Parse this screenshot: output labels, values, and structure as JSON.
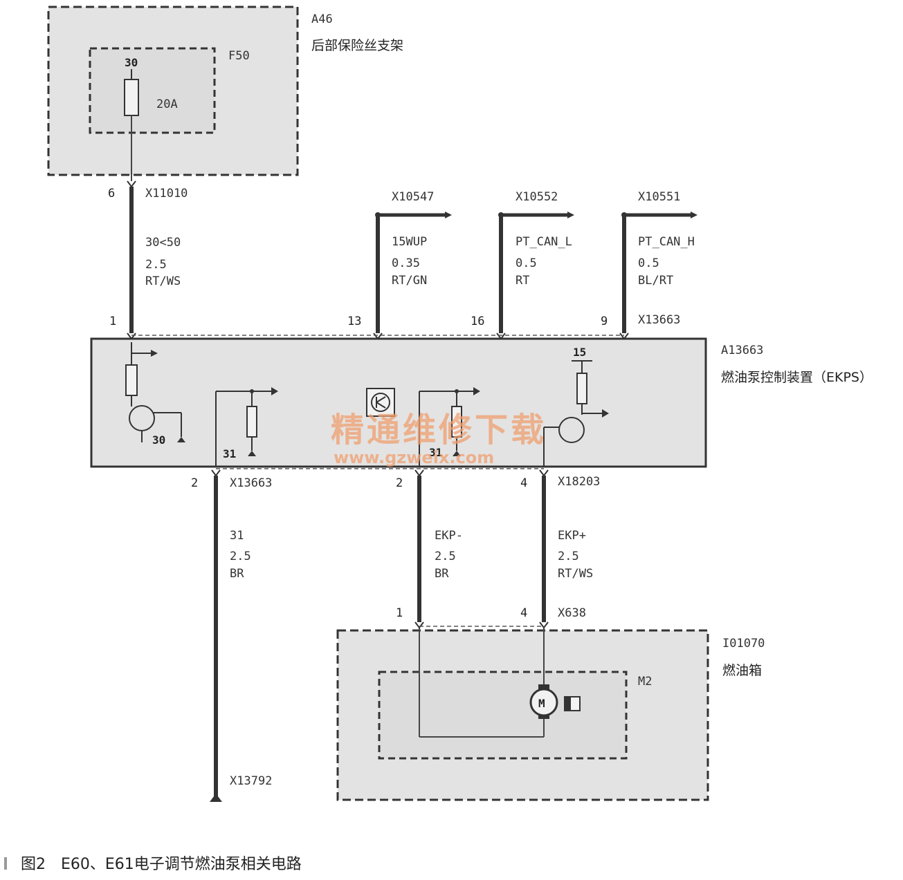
{
  "modules": {
    "fuse_carrier": {
      "id": "A46",
      "name": "后部保险丝支架",
      "fuse_id": "F50",
      "fuse_terminal": "30",
      "fuse_rating": "20A"
    },
    "ekps": {
      "id": "A13663",
      "name": "燃油泵控制装置（EKPS）",
      "terminal_15": "15",
      "ground_31_left": "31",
      "terminal_30": "30",
      "ground_31_mid": "31"
    },
    "fuel_tank": {
      "id": "I01070",
      "name": "燃油箱",
      "motor_id": "M2",
      "motor_symbol": "M"
    }
  },
  "connectors": {
    "fuse_out": "X11010",
    "ekps_top": "X13663",
    "ekps_bottom_left": "X13663",
    "ekps_bottom_right": "X18203",
    "tank": "X638",
    "ground": "X13792",
    "out_15wup": "X10547",
    "out_can_l": "X10552",
    "out_can_h": "X10551"
  },
  "pins": {
    "fuse_out": "6",
    "ekps_in": "1",
    "ekps_15wup": "13",
    "ekps_can_l": "16",
    "ekps_can_h": "9",
    "ekps_gnd": "2",
    "ekps_ekp_minus": "2",
    "ekps_ekp_plus": "4",
    "tank_minus": "1",
    "tank_plus": "4"
  },
  "wires": {
    "supply": {
      "signal": "30<50",
      "size": "2.5",
      "color": "RT/WS"
    },
    "wakeup": {
      "signal": "15WUP",
      "size": "0.35",
      "color": "RT/GN"
    },
    "can_l": {
      "signal": "PT_CAN_L",
      "size": "0.5",
      "color": "RT"
    },
    "can_h": {
      "signal": "PT_CAN_H",
      "size": "0.5",
      "color": "BL/RT"
    },
    "ground": {
      "signal": "31",
      "size": "2.5",
      "color": "BR"
    },
    "ekp_minus": {
      "signal": "EKP-",
      "size": "2.5",
      "color": "BR"
    },
    "ekp_plus": {
      "signal": "EKP+",
      "size": "2.5",
      "color": "RT/WS"
    }
  },
  "watermark": {
    "line1": "精通维修下载",
    "line2": "www.gzweix.com"
  },
  "caption": "图2　E60、E61电子调节燃油泵相关电路",
  "colors": {
    "box_fill": "#e3e3e3",
    "wire": "#333333",
    "watermark": "#f0a070"
  }
}
